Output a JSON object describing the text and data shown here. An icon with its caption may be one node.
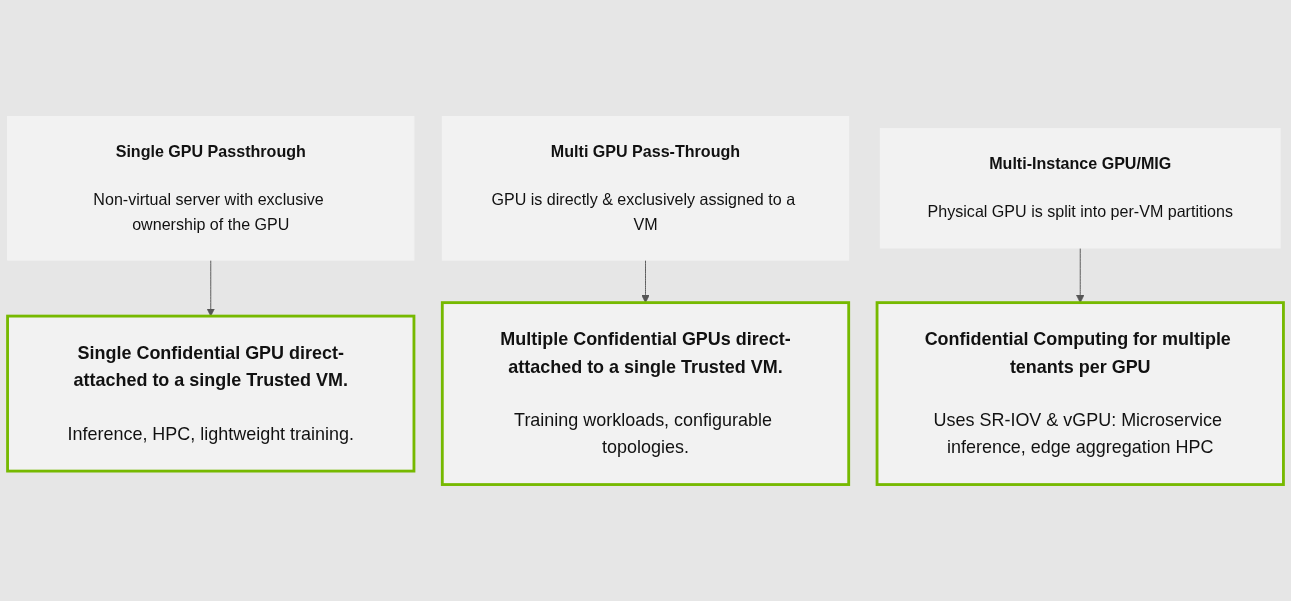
{
  "diagram": {
    "nodes": [
      {
        "text": [
          "Single GPU Passthrough",
          "Non-virtual server with exclusive ownership of the GPU"
        ]
      },
      {
        "text": [
          "Multi GPU Pass-Through",
          "GPU is directly & exclusively assigned to a VM"
        ]
      },
      {
        "text": [
          "Multi-Instance GPU/MIG",
          "Physical GPU is split into per-VM partitions"
        ]
      },
      {
        "text": [
          "Single Confidential GPU direct-attached to a single Trusted VM.",
          "Inference, HPC, lightweight training."
        ]
      },
      {
        "text": [
          "Multiple Confidential GPUs direct-attached to a single Trusted VM.",
          "Training workloads, configurable topologies."
        ]
      },
      {
        "text": [
          "Confidential Computing for multiple tenants per GPU",
          "Uses SR-IOV & vGPU: Microservice inference, edge aggregation HPC"
        ]
      }
    ],
    "edges": [
      {
        "from": 0,
        "to": 3,
        "arrow": "to"
      },
      {
        "from": 1,
        "to": 4,
        "arrow": "to"
      },
      {
        "from": 2,
        "to": 5,
        "arrow": "to"
      }
    ]
  }
}
